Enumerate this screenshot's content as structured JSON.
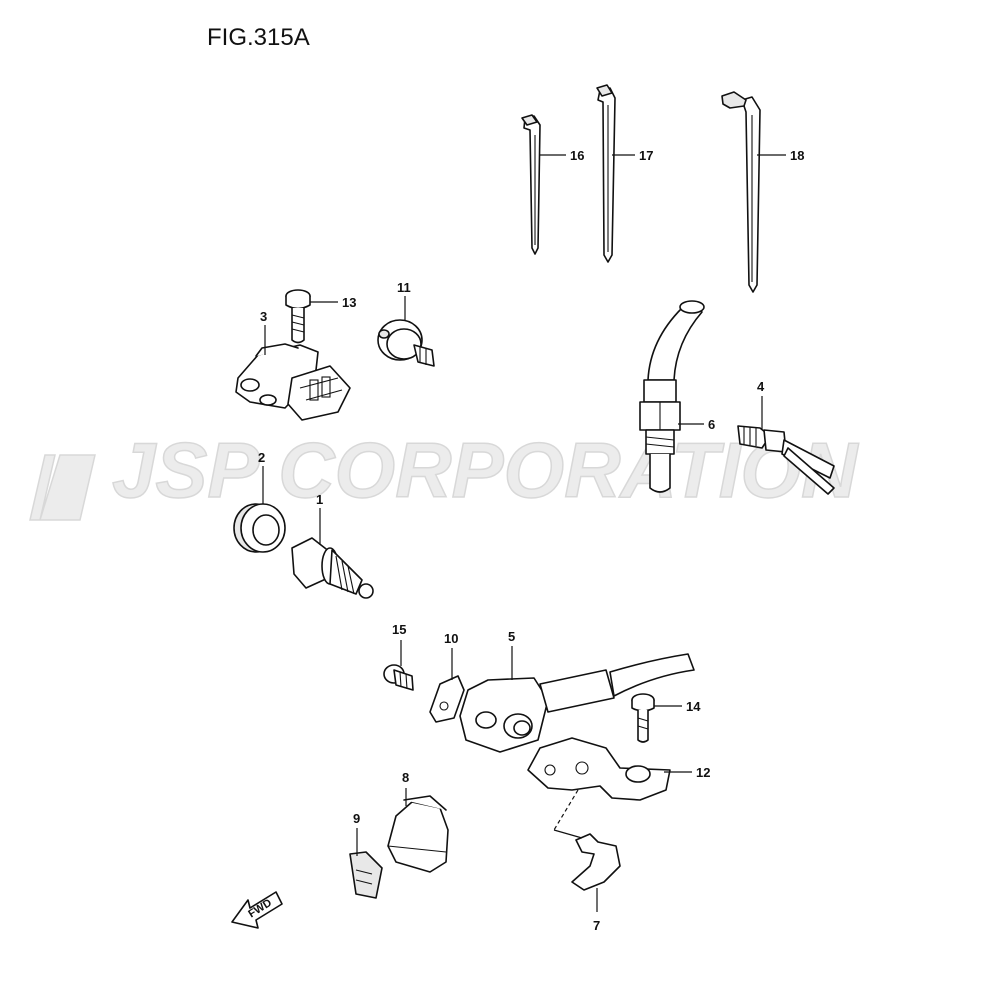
{
  "figure": {
    "title": "FIG.315A",
    "watermark": "JSP CORPORATION",
    "fwd_label": "FWD"
  },
  "callouts": [
    {
      "id": "1",
      "label": "1"
    },
    {
      "id": "2",
      "label": "2"
    },
    {
      "id": "3",
      "label": "3"
    },
    {
      "id": "4",
      "label": "4"
    },
    {
      "id": "5",
      "label": "5"
    },
    {
      "id": "6",
      "label": "6"
    },
    {
      "id": "7",
      "label": "7"
    },
    {
      "id": "8",
      "label": "8"
    },
    {
      "id": "9",
      "label": "9"
    },
    {
      "id": "10",
      "label": "10"
    },
    {
      "id": "11",
      "label": "11"
    },
    {
      "id": "12",
      "label": "12"
    },
    {
      "id": "13",
      "label": "13"
    },
    {
      "id": "14",
      "label": "14"
    },
    {
      "id": "15",
      "label": "15"
    },
    {
      "id": "16",
      "label": "16"
    },
    {
      "id": "17",
      "label": "17"
    },
    {
      "id": "18",
      "label": "18"
    }
  ]
}
